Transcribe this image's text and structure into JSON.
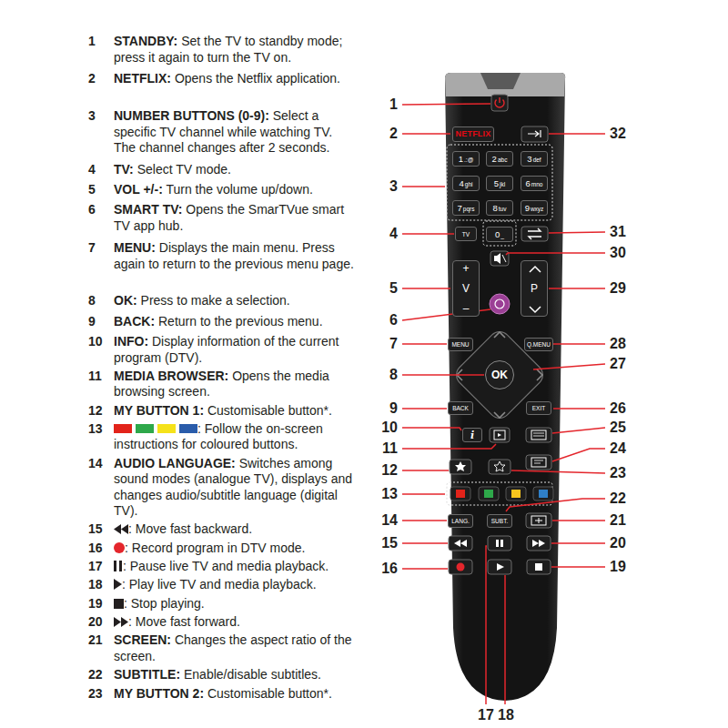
{
  "diagram": {
    "nodes": [
      {
        "text": [
          "NETFLIX"
        ]
      },
      {
        "text": [
          "1",
          ".:@"
        ]
      },
      {
        "text": [
          "2",
          "abc"
        ]
      },
      {
        "text": [
          "3",
          "def"
        ]
      },
      {
        "text": [
          "4",
          "ghi"
        ]
      },
      {
        "text": [
          "5",
          "jkl"
        ]
      },
      {
        "text": [
          "6",
          "mno"
        ]
      },
      {
        "text": [
          "7",
          "pqrs"
        ]
      },
      {
        "text": [
          "8",
          "tuv"
        ]
      },
      {
        "text": [
          "9",
          "wxyz"
        ]
      },
      {
        "text": [
          "TV"
        ]
      },
      {
        "text": [
          "0",
          "_"
        ]
      },
      {
        "text": [
          "+",
          "V",
          "–"
        ]
      },
      {
        "text": [
          "P"
        ]
      },
      {
        "text": [
          "MENU"
        ]
      },
      {
        "text": [
          "Q.MENU"
        ]
      },
      {
        "text": [
          "OK"
        ]
      },
      {
        "text": [
          "BACK"
        ]
      },
      {
        "text": [
          "EXIT"
        ]
      },
      {
        "text": [
          "i"
        ]
      },
      {
        "text": [
          "LANG."
        ]
      },
      {
        "text": [
          "SUBT."
        ]
      }
    ],
    "labels": [
      "1",
      "STANDBY:",
      "Set the TV to standby mode; press it again to turn the TV on.",
      "2",
      "NETFLIX:",
      "Opens the Netflix application.",
      "3",
      "NUMBER BUTTONS (0-9):",
      "Select a specific TV channel while watching TV. The channel changes after 2 seconds.",
      "4",
      "TV:",
      "Select TV mode.",
      "5",
      "VOL +/-:",
      "Turn the volume up/down.",
      "6",
      "SMART TV:",
      "Opens the SmarTVue smart TV app hub.",
      "7",
      "MENU:",
      "Displays the main menu. Press again to return to the previous menu page.",
      "8",
      "OK:",
      "Press to make a selection.",
      "9",
      "BACK:",
      "Return to the previous menu.",
      "10",
      "INFO:",
      "Display information of the current program (DTV).",
      "11",
      "MEDIA BROWSER:",
      "Opens the media browsing screen.",
      "12",
      "MY BUTTON 1:",
      "Customisable button*.",
      "13",
      ": Follow the on-screen instructions for coloured buttons.",
      "14",
      "AUDIO LANGUAGE:",
      "Switches among sound modes (analogue TV), displays and changes audio/subtitle language (digital TV).",
      "15",
      ": Move fast backward.",
      "16",
      ": Record program in DTV mode.",
      "17",
      ": Pause live TV and media playback.",
      "18",
      ": Play live TV and media playback.",
      "19",
      ": Stop playing.",
      "20",
      ": Move fast forward.",
      "21",
      "SCREEN:",
      "Changes the aspect ratio of the screen.",
      "22",
      "SUBTITLE:",
      "Enable/disable subtitles.",
      "23",
      "MY BUTTON 2:",
      "Customisable button*.",
      "1",
      "2",
      "3",
      "4",
      "5",
      "6",
      "7",
      "8",
      "9",
      "10",
      "11",
      "12",
      "13",
      "14",
      "15",
      "16",
      "17",
      "18",
      "19",
      "20",
      "21",
      "22",
      "23",
      "24",
      "25",
      "26",
      "27",
      "28",
      "29",
      "30",
      "31",
      "32"
    ]
  }
}
